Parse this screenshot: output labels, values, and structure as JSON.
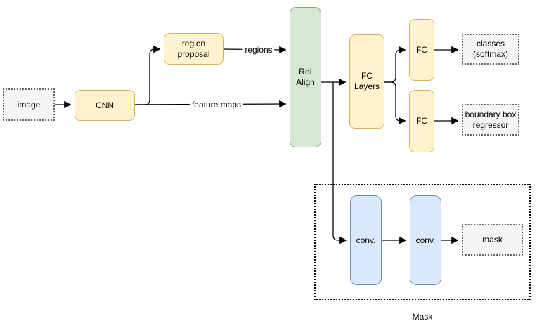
{
  "diagram": {
    "nodes": {
      "image": {
        "label": "image"
      },
      "cnn": {
        "label": "CNN"
      },
      "region_proposal": {
        "label": "region proposal"
      },
      "roi_align": {
        "label": "RoI Align"
      },
      "fc_layers": {
        "label": "FC Layers"
      },
      "fc_top": {
        "label": "FC"
      },
      "fc_bottom": {
        "label": "FC"
      },
      "classes_output": {
        "label": "classes (softmax)"
      },
      "bbox_output": {
        "label": "boundary box regressor"
      },
      "conv1": {
        "label": "conv."
      },
      "conv2": {
        "label": "conv."
      },
      "mask_output": {
        "label": "mask"
      }
    },
    "edge_labels": {
      "regions": "regions",
      "feature_maps": "feature maps"
    },
    "group_caption": "Mask",
    "colors": {
      "yellow_fill": "#FFF2CC",
      "yellow_stroke": "#D6B656",
      "green_fill": "#D5E8D4",
      "green_stroke": "#82B366",
      "blue_fill": "#DAE8FC",
      "blue_stroke": "#6C8EBF",
      "gray_fill": "#F5F5F5",
      "gray_stroke": "#666666",
      "group_stroke": "#000000",
      "connector": "#000000",
      "text": "#000000"
    }
  }
}
